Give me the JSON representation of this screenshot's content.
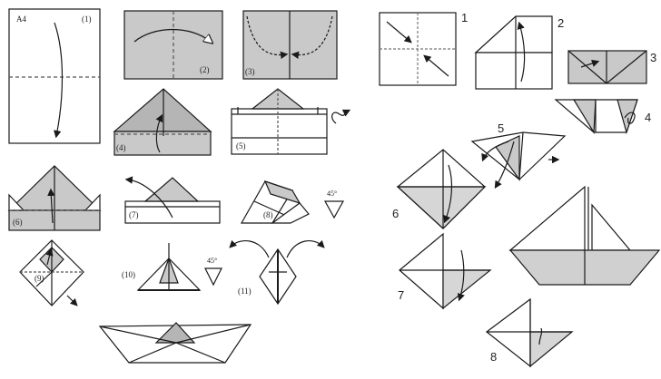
{
  "colors": {
    "paper_gray": "#c9c9c9",
    "paper_dark": "#b5b5b5",
    "line": "#1a1a1a",
    "fold_dashed": "#555555",
    "background": "#ffffff"
  },
  "left_panel": {
    "paper_size_label": "A4",
    "steps": [
      "(1)",
      "(2)",
      "(3)",
      "(4)",
      "(5)",
      "(6)",
      "(7)",
      "(8)",
      "(9)",
      "(10)",
      "(11)"
    ],
    "angle_label_a": "45°",
    "angle_label_b": "45°"
  },
  "right_panel": {
    "steps": [
      "1",
      "2",
      "3",
      "4",
      "5",
      "6",
      "7",
      "8"
    ]
  },
  "icons": {
    "fold_arrow": "curved-arrow-icon",
    "turn_over": "turn-over-icon"
  }
}
